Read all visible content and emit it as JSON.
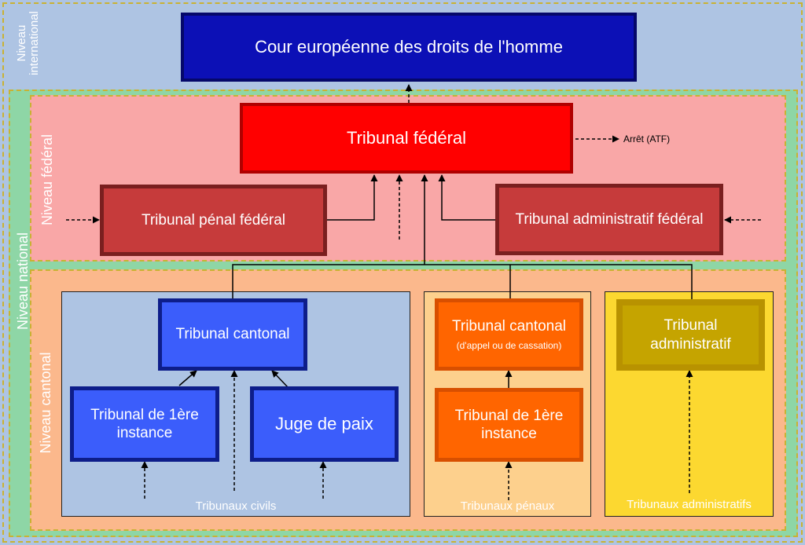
{
  "levels": {
    "international": "Niveau international",
    "national": "Niveau national",
    "federal": "Niveau fédéral",
    "cantonal": "Niveau cantonal"
  },
  "courts": {
    "echr": "Cour européenne des droits de l'homme",
    "federal_tribunal": "Tribunal fédéral",
    "federal_criminal": "Tribunal pénal fédéral",
    "federal_administrative": "Tribunal administratif fédéral",
    "civil_cantonal": "Tribunal cantonal",
    "civil_first_line1": "Tribunal de 1ère",
    "civil_first_line2": "instance",
    "justice_of_peace": "Juge de paix",
    "penal_cantonal": "Tribunal cantonal",
    "penal_cantonal_sub": "(d'appel ou de cassation)",
    "penal_first_line1": "Tribunal de 1ère",
    "penal_first_line2": "instance",
    "administrative_line1": "Tribunal",
    "administrative_line2": "administratif"
  },
  "annotations": {
    "decision": "Arrêt (ATF)"
  },
  "groups": {
    "civil": "Tribunaux civils",
    "penal": "Tribunaux pénaux",
    "administrative": "Tribunaux administratifs"
  },
  "colors": {
    "international_bg": "#aec4e3",
    "national_bg": "#8ed6a6",
    "federal_bg": "#f9a7a7",
    "cantonal_bg": "#fbb88c",
    "echr": "#0c10b6",
    "federal_tribunal": "#ff0000",
    "federal_sub": "#c63b3b",
    "civil_box": "#3b5dfb",
    "civil_panel": "#aec4e3",
    "penal_box": "#ff6500",
    "penal_panel": "#fdd08d",
    "admin_box": "#c5a400",
    "admin_panel": "#fcd830"
  }
}
